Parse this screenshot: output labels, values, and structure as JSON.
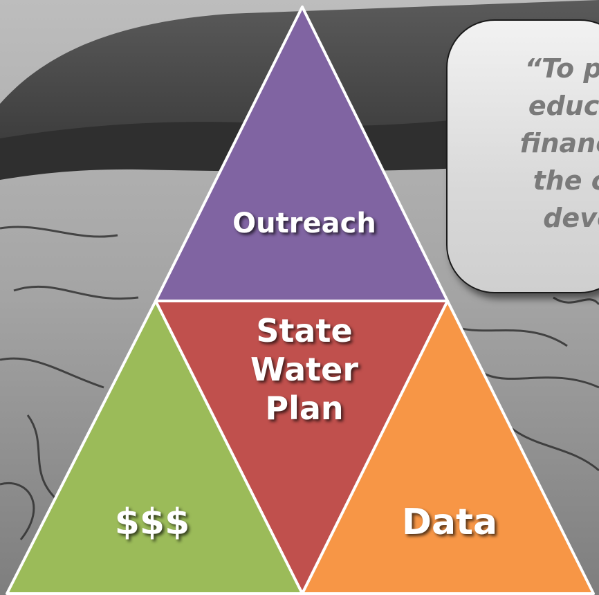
{
  "diagram": {
    "triangles": {
      "top": {
        "label": "Outreach",
        "color": "#8064A2"
      },
      "center": {
        "label": "State\nWater\nPlan",
        "color": "#C0504D"
      },
      "left": {
        "label": "$$$",
        "color": "#9BBB59"
      },
      "right": {
        "label": "Data",
        "color": "#F79646"
      }
    },
    "quote": {
      "visible_text": "“To pro\neducat\nfinancia\nthe co\ndeve"
    }
  }
}
